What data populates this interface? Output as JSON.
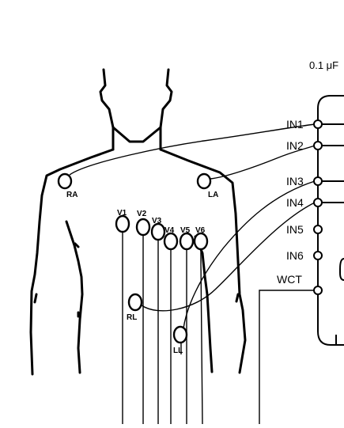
{
  "capacitor_label": "0.1 μF",
  "electrodes": {
    "RA": "RA",
    "LA": "LA",
    "RL": "RL",
    "LL": "LL",
    "V1": "V1",
    "V2": "V2",
    "V3": "V3",
    "V4": "V4",
    "V5": "V5",
    "V6": "V6"
  },
  "pins": {
    "in1": "IN1",
    "in2": "IN2",
    "in3": "IN3",
    "in4": "IN4",
    "in5": "IN5",
    "in6": "IN6",
    "wct": "WCT"
  },
  "connections": [
    {
      "from": "RA",
      "to": "IN1"
    },
    {
      "from": "LA",
      "to": "IN2"
    },
    {
      "from": "LL",
      "to": "IN3"
    },
    {
      "from": "RL",
      "to": "IN4"
    }
  ]
}
